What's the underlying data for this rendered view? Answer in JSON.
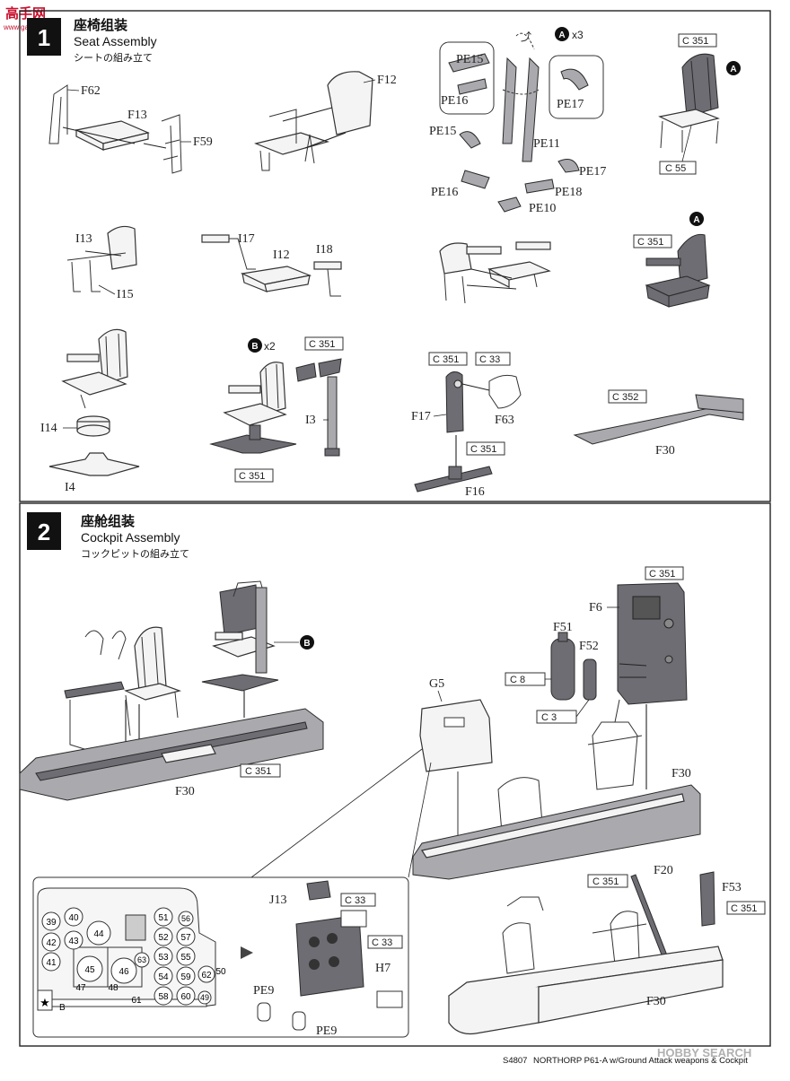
{
  "header": {
    "watermark_line1": "高手网",
    "watermark_line2": "www.gaoshou.net"
  },
  "step1": {
    "number": "1",
    "title_cn": "座椅组装",
    "title_en": "Seat Assembly",
    "title_jp": "シートの組み立て",
    "labels": {
      "f62": "F62",
      "f13": "F13",
      "f59": "F59",
      "f12": "F12",
      "pe15a": "PE15",
      "pe16a": "PE16",
      "pe15b": "PE15",
      "pe16b": "PE16",
      "pe11": "PE11",
      "pe17a": "PE17",
      "pe17b": "PE17",
      "pe18": "PE18",
      "pe10": "PE10",
      "a_x3": "x3",
      "a": "A",
      "c351a": "C 351",
      "c55": "C 55",
      "i13": "I13",
      "i15": "I15",
      "i17": "I17",
      "i12": "I12",
      "i18": "I18",
      "c351b": "C 351",
      "i14": "I14",
      "i4": "I4",
      "b": "B",
      "b_x2": "x2",
      "c351c": "C 351",
      "i3": "I3",
      "c351d": "C 351",
      "c351e": "C 351",
      "c33a": "C 33",
      "f17": "F17",
      "f63": "F63",
      "c351f": "C 351",
      "f16": "F16",
      "c352": "C 352",
      "f30a": "F30"
    }
  },
  "step2": {
    "number": "2",
    "title_cn": "座舱组装",
    "title_en": "Cockpit Assembly",
    "title_jp": "コックピットの組み立て",
    "labels": {
      "b": "B",
      "c351a": "C 351",
      "f30a": "F30",
      "c351b": "C 351",
      "f6": "F6",
      "f51": "F51",
      "f52": "F52",
      "c8": "C 8",
      "c3": "C 3",
      "g5": "G5",
      "f30b": "F30",
      "c351c": "C 351",
      "f20": "F20",
      "f53": "F53",
      "c351d": "C 351",
      "f30c": "F30",
      "j13": "J13",
      "c33b": "C 33",
      "c33c": "C 33",
      "h7": "H7",
      "pe9a": "PE9",
      "pe9b": "PE9",
      "b_small": "B"
    },
    "decal_numbers": [
      "39",
      "40",
      "42",
      "43",
      "44",
      "41",
      "45",
      "46",
      "47",
      "48",
      "51",
      "56",
      "52",
      "57",
      "53",
      "55",
      "54",
      "59",
      "58",
      "60",
      "62",
      "50",
      "63",
      "49",
      "61"
    ]
  },
  "footer": {
    "code": "S4807",
    "title": "NORTHORP P61-A w/Ground Attack weapons & Cockpit",
    "brand": "HOBBY SEARCH"
  }
}
